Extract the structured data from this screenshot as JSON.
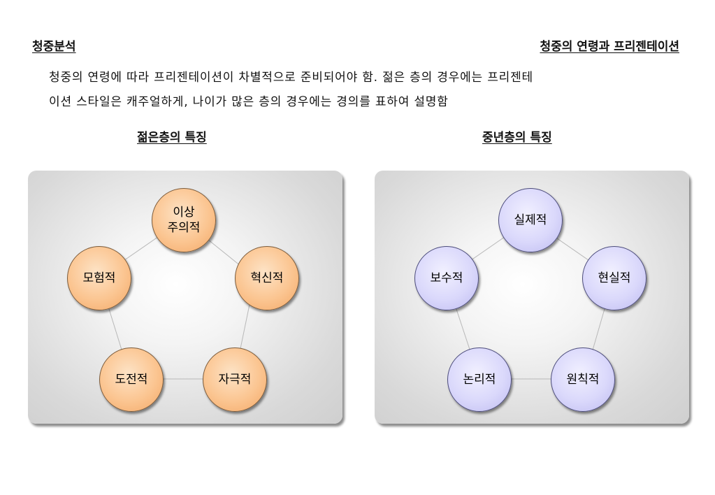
{
  "header": {
    "left_title": "청중분석",
    "right_title": "청중의 연령과 프리젠테이션"
  },
  "description": {
    "line1": "청중의 연령에 따라 프리젠테이션이 차별적으로 준비되어야 함. 젊은 층의 경우에는 프리젠테",
    "line2": "이션 스타일은 캐주얼하게, 나이가 많은 층의 경우에는 경의를 표하여 설명함"
  },
  "young": {
    "title": "젊은층의 특징",
    "nodes": [
      "이상\n주의적",
      "혁신적",
      "자극적",
      "도전적",
      "모험적"
    ],
    "color": "#fbc591"
  },
  "middle": {
    "title": "중년층의 특징",
    "nodes": [
      "실제적",
      "현실적",
      "원칙적",
      "논리적",
      "보수적"
    ],
    "color": "#dad8fb"
  }
}
